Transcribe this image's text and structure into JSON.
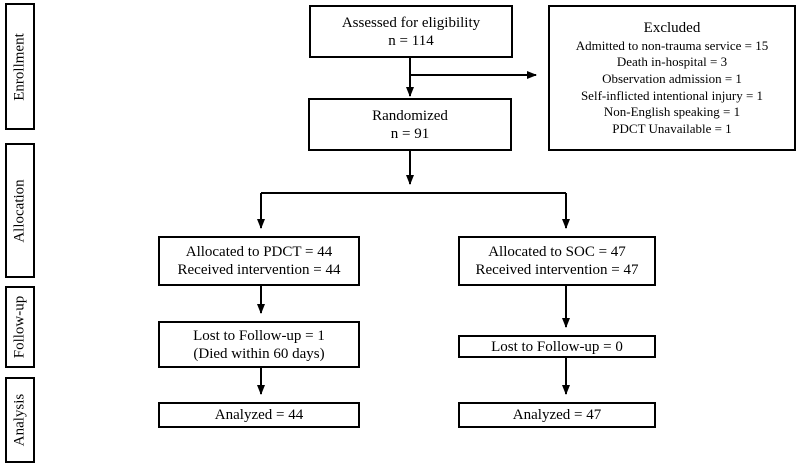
{
  "stages": {
    "enrollment": "Enrollment",
    "allocation": "Allocation",
    "followup": "Follow-up",
    "analysis": "Analysis"
  },
  "assessed": {
    "line1": "Assessed for eligibility",
    "line2": "n = 114"
  },
  "excluded": {
    "title": "Excluded",
    "items": [
      "Admitted to non-trauma service = 15",
      "Death in-hospital = 3",
      "Observation admission = 1",
      "Self-inflicted intentional injury = 1",
      "Non-English speaking = 1",
      "PDCT Unavailable = 1"
    ]
  },
  "randomized": {
    "line1": "Randomized",
    "line2": "n = 91"
  },
  "pdct": {
    "allocated": "Allocated to PDCT = 44",
    "received": "Received intervention = 44",
    "lost1": "Lost to Follow-up = 1",
    "lost2": "(Died within 60 days)",
    "analyzed": "Analyzed = 44"
  },
  "soc": {
    "allocated": "Allocated to SOC = 47",
    "received": "Received intervention = 47",
    "lost": "Lost to Follow-up = 0",
    "analyzed": "Analyzed = 47"
  }
}
